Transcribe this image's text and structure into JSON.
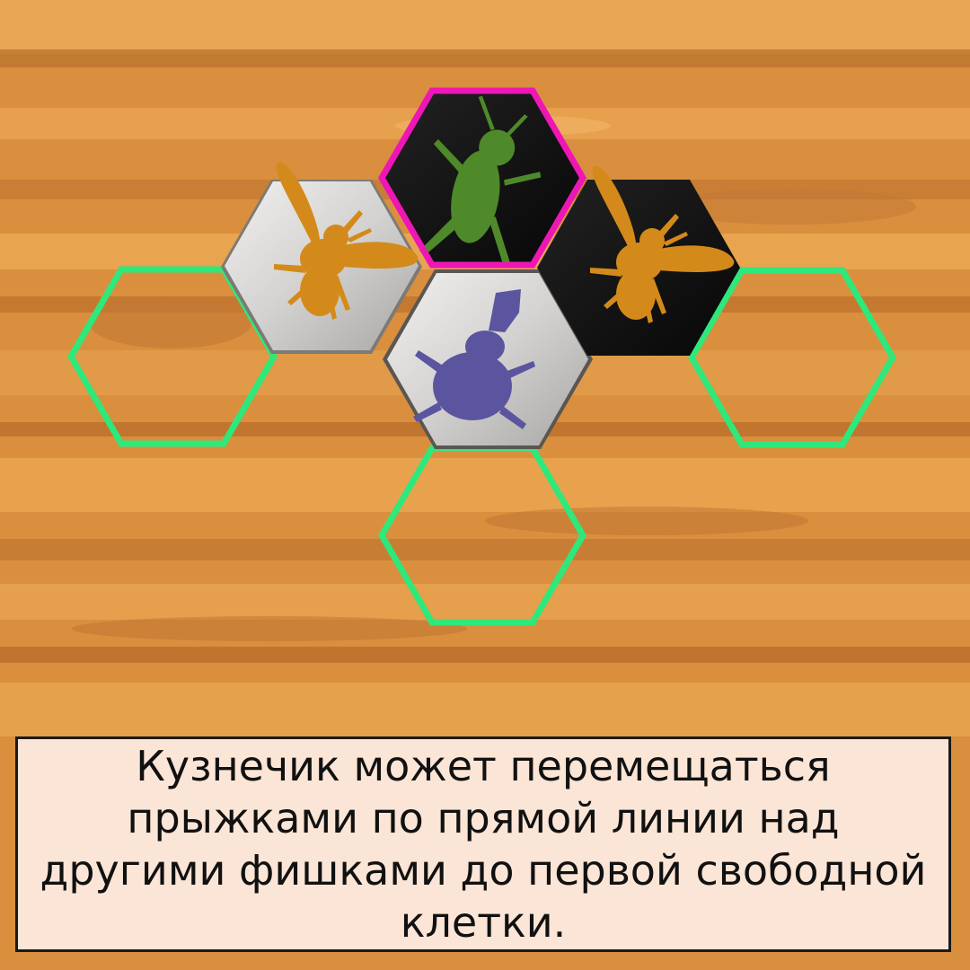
{
  "caption": {
    "text": "Кузнечик может перемещаться прыжками по прямой линии над другими фишками до первой свободной клетки."
  },
  "colors": {
    "selected_outline": "#ee17b5",
    "valid_move_outline": "#2ee87b",
    "tile_white": "#dedede",
    "tile_black": "#121212",
    "bee": "#d48a1a",
    "grasshopper": "#4f8a2a",
    "beetle": "#5b55a0"
  },
  "board": {
    "tiles": [
      {
        "id": "tile-queen-bee-white",
        "color": "white",
        "insect": "bee-icon",
        "state": "placed"
      },
      {
        "id": "tile-grasshopper-black",
        "color": "black",
        "insect": "grasshopper-icon",
        "state": "selected"
      },
      {
        "id": "tile-queen-bee-black",
        "color": "black",
        "insect": "bee-icon",
        "state": "placed"
      },
      {
        "id": "tile-beetle-white",
        "color": "white",
        "insect": "beetle-icon",
        "state": "placed"
      }
    ],
    "move_targets": [
      {
        "id": "move-target-left"
      },
      {
        "id": "move-target-right"
      },
      {
        "id": "move-target-bottom"
      }
    ]
  }
}
